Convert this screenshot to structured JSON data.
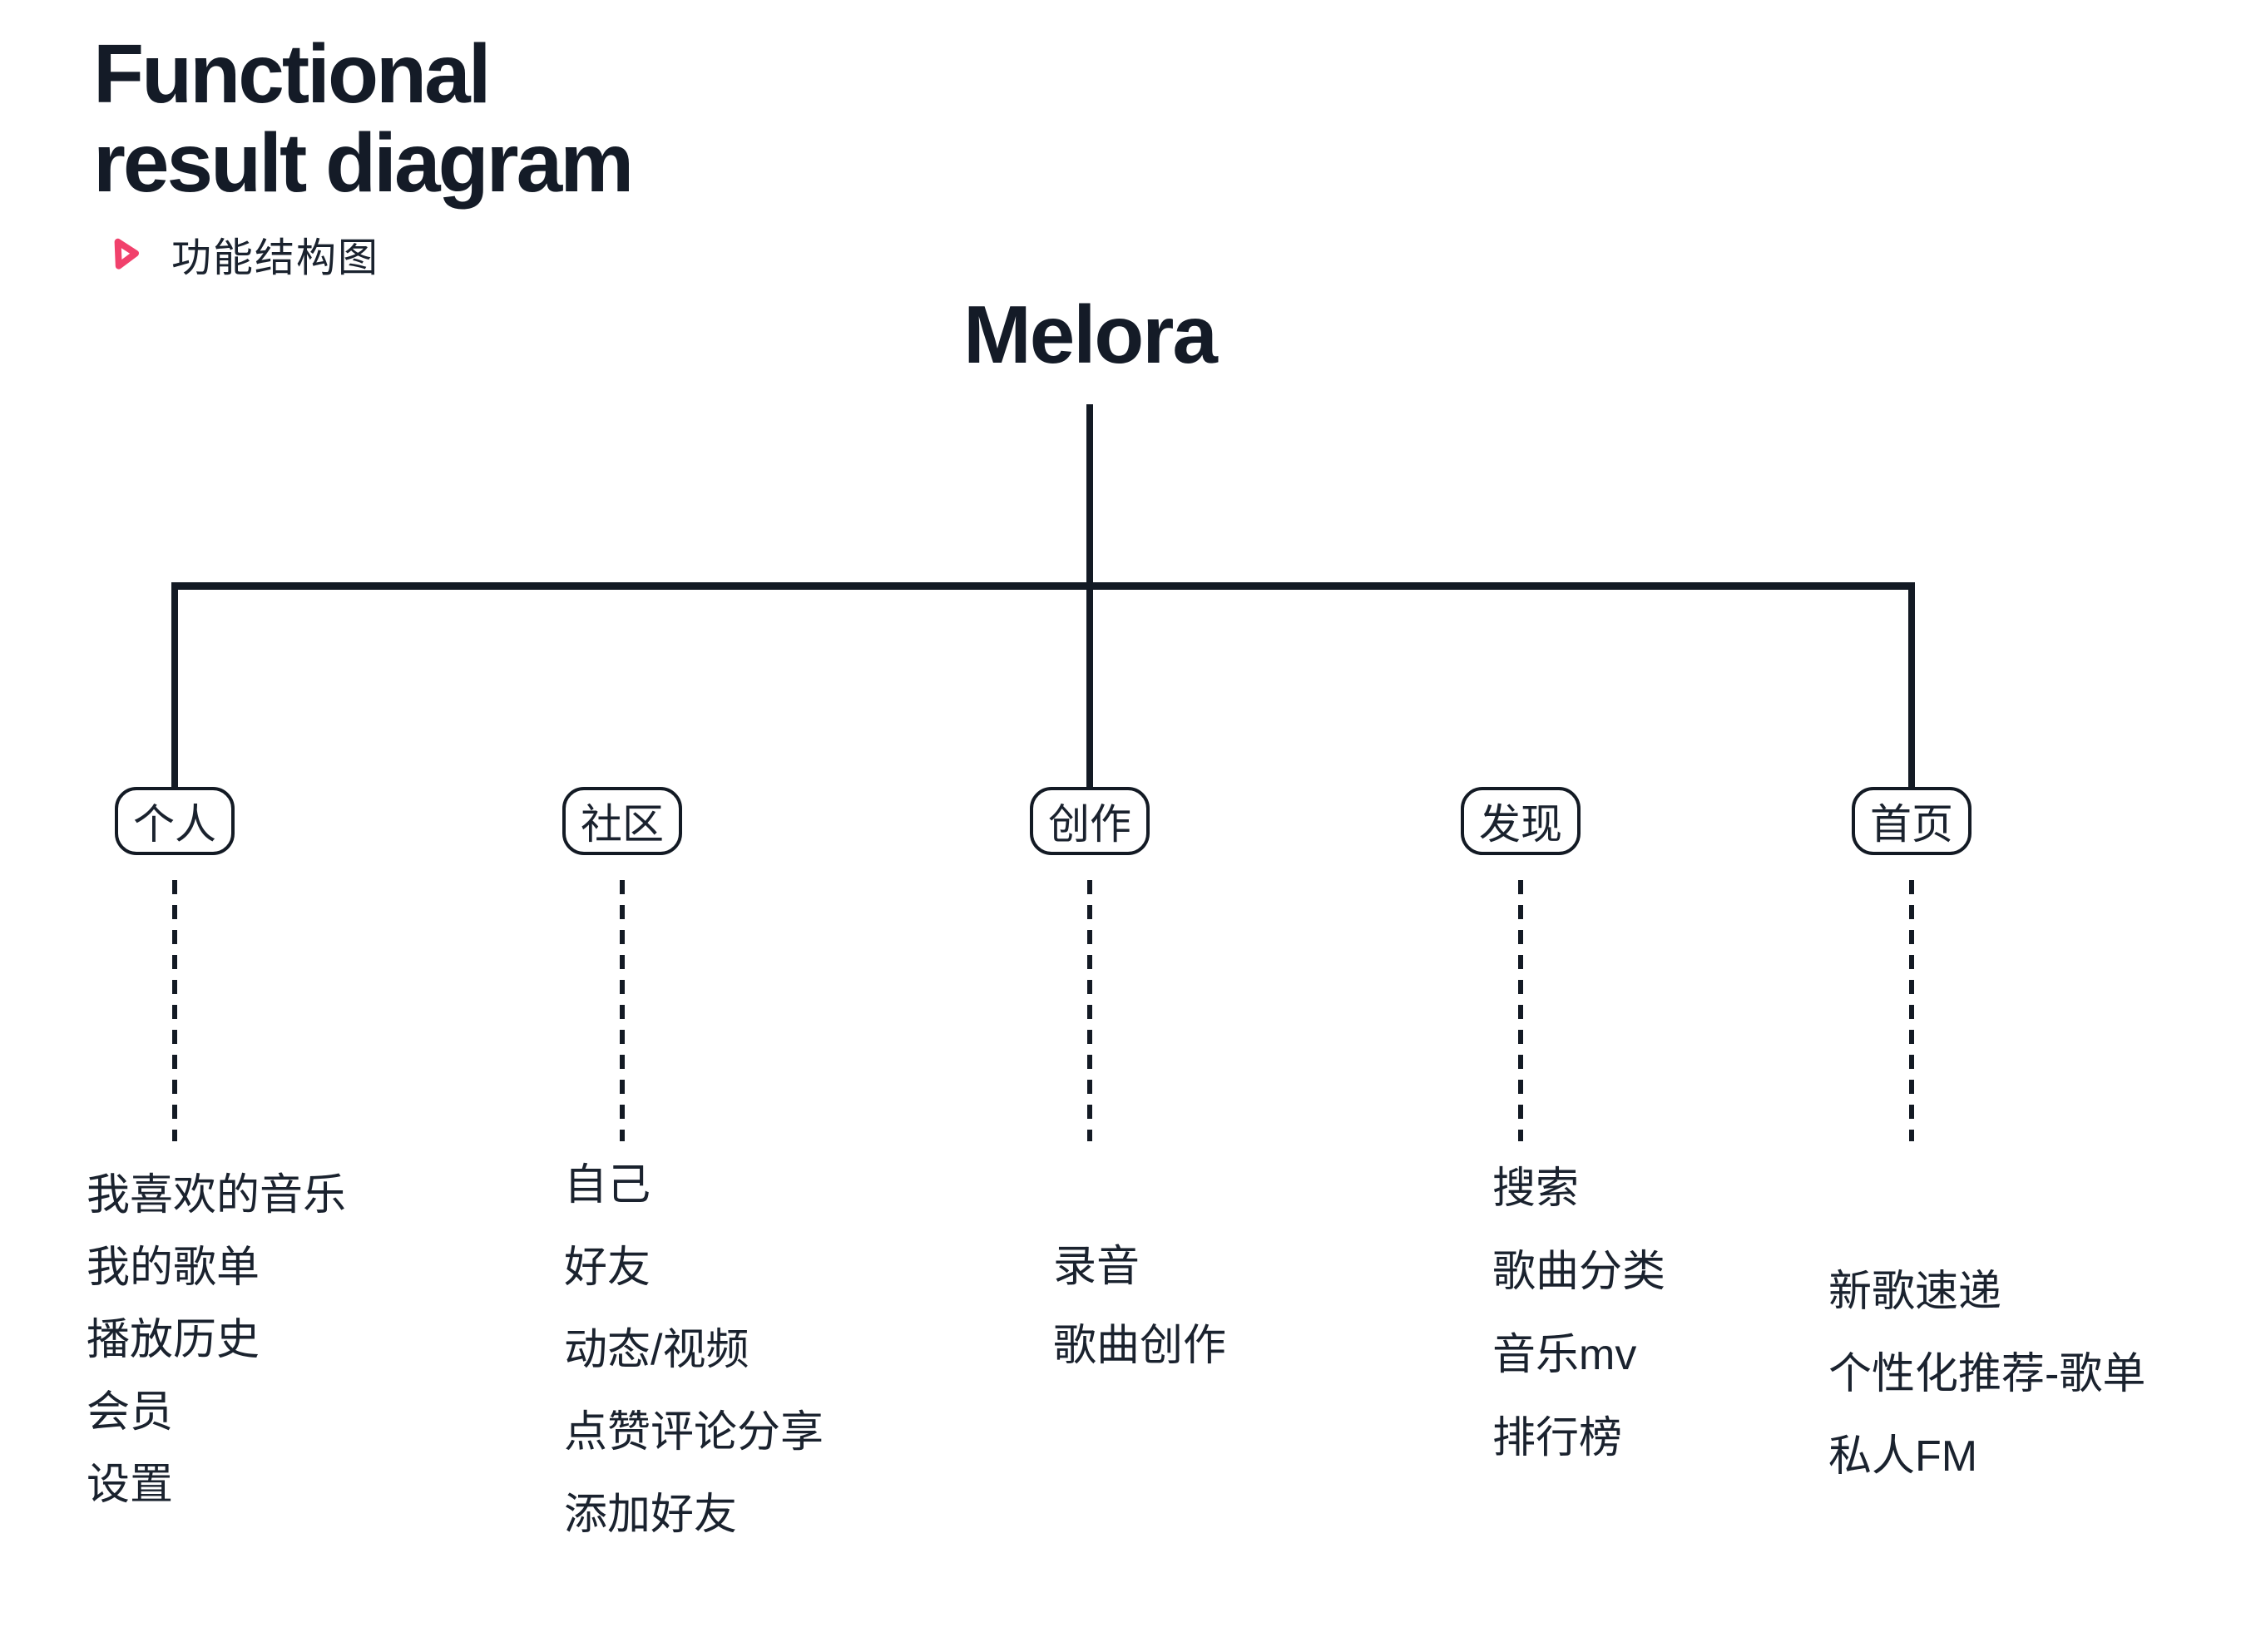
{
  "header": {
    "title_lines": [
      "Functional",
      "result diagram"
    ],
    "subtitle": "功能结构图"
  },
  "root": {
    "label": "Melora"
  },
  "branches": [
    {
      "label": "个人",
      "items": [
        "我喜欢的音乐",
        "我的歌单",
        "播放历史",
        "会员",
        "设置"
      ]
    },
    {
      "label": "社区",
      "items": [
        "自己",
        "好友",
        "动态/视频",
        "点赞评论分享",
        "添加好友"
      ]
    },
    {
      "label": "创作",
      "items": [
        "录音",
        "歌曲创作"
      ]
    },
    {
      "label": "发现",
      "items": [
        "搜索",
        "歌曲分类",
        "音乐mv",
        "排行榜"
      ]
    },
    {
      "label": "首页",
      "items": [
        "新歌速递",
        "个性化推荐-歌单",
        "私人FM"
      ]
    }
  ],
  "colors": {
    "line": "#131a24",
    "title": "#141b27",
    "text": "#1a222e",
    "accent": "#f1416c"
  }
}
